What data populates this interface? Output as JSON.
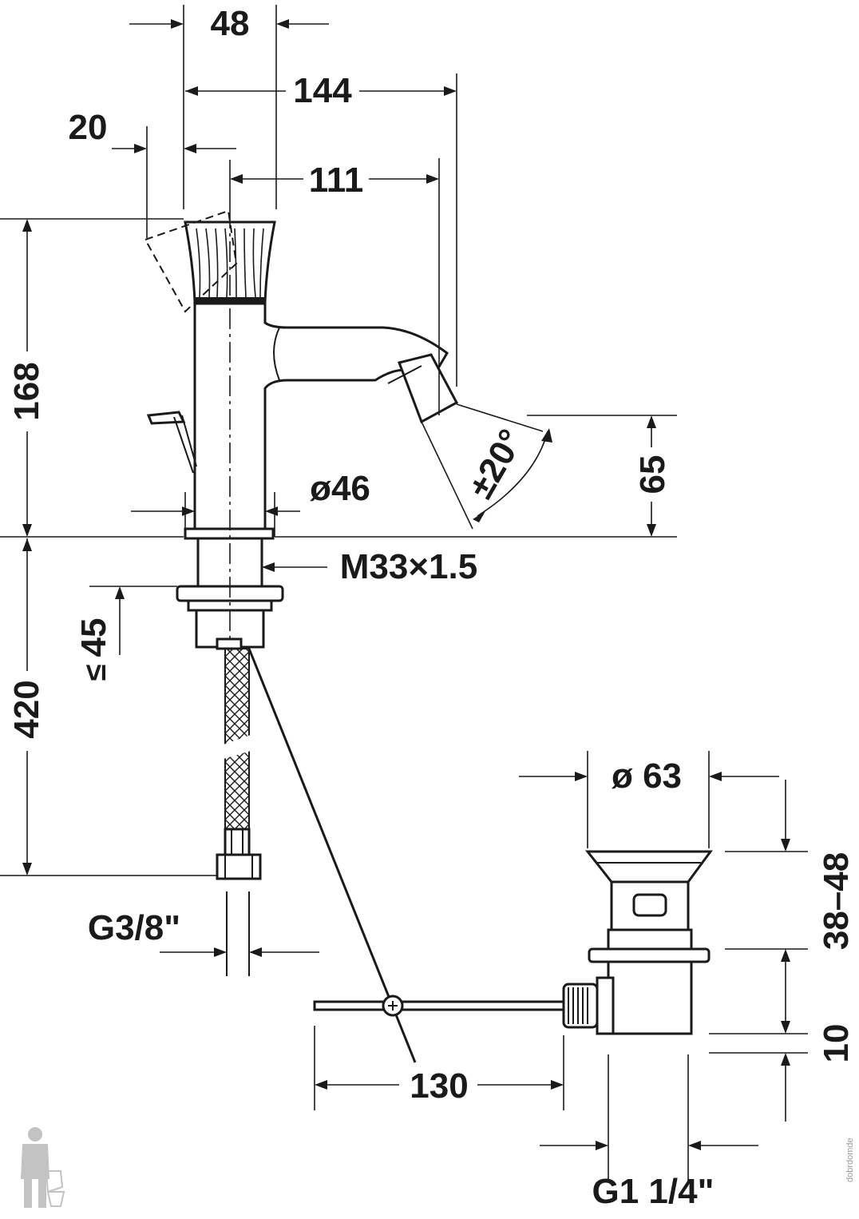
{
  "labels": {
    "d48": "48",
    "d144": "144",
    "d20": "20",
    "d111": "111",
    "d168": "168",
    "d20deg": "±20°",
    "d65": "65",
    "d46": "ø46",
    "thread": "M33×1.5",
    "d45": "45",
    "d45_prefix": "≤",
    "d420": "420",
    "d63": "ø 63",
    "d3848": "38–48",
    "g38": "G3/8\"",
    "d10": "10",
    "d130": "130",
    "g114": "G1 1/4\""
  },
  "watermark": "dobrdomde"
}
